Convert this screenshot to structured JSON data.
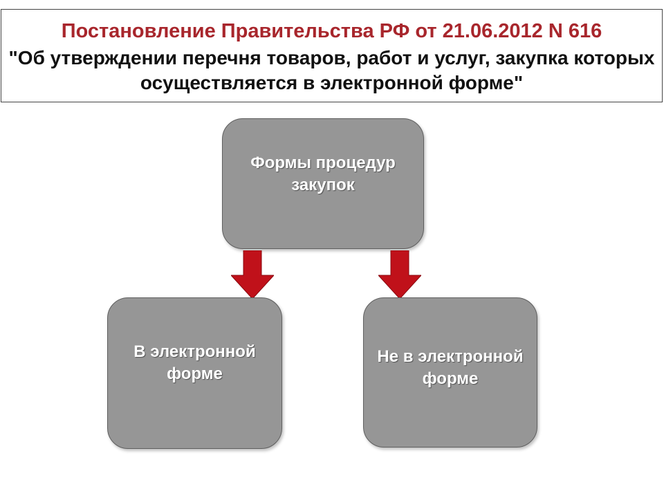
{
  "header": {
    "line1": "Постановление Правительства РФ от 21.06.2012 N 616",
    "line2": "\"Об утверждении перечня товаров, работ и услуг, закупка которых осуществляется в электронной форме\""
  },
  "diagram": {
    "root": {
      "label": "Формы процедур закупок"
    },
    "children": [
      {
        "label": "В электронной форме"
      },
      {
        "label": "Не в электронной форме"
      }
    ]
  },
  "colors": {
    "title_red": "#a8262c",
    "box_fill": "#969696",
    "arrow_red": "#c0111a"
  },
  "icons": {
    "connector": "arrow-down-icon"
  }
}
